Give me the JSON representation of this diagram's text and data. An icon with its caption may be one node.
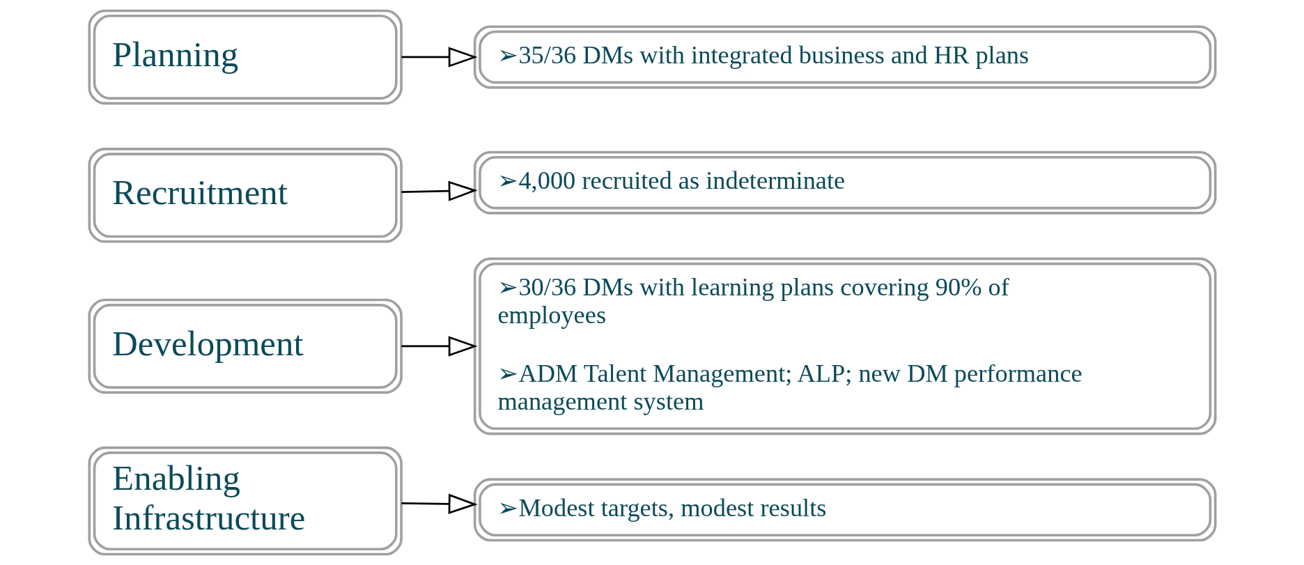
{
  "diagram": {
    "nodes": [
      {
        "text": [
          "Planning"
        ]
      },
      {
        "text": [
          "➢35/36 DMs with integrated business and HR plans"
        ]
      },
      {
        "text": [
          "Recruitment"
        ]
      },
      {
        "text": [
          "➢4,000 recruited as indeterminate"
        ]
      },
      {
        "text": [
          "Development"
        ]
      },
      {
        "text": [
          "➢30/36 DMs with learning plans covering 90% of employees",
          "➢ADM Talent Management; ALP; new DM performance management system"
        ]
      },
      {
        "text": [
          "Enabling Infrastructure"
        ]
      },
      {
        "text": [
          "➢Modest targets, modest results"
        ]
      }
    ],
    "edges": [
      {
        "from": 0,
        "to": 1,
        "arrow": "to"
      },
      {
        "from": 2,
        "to": 3,
        "arrow": "to"
      },
      {
        "from": 4,
        "to": 5,
        "arrow": "to"
      },
      {
        "from": 6,
        "to": 7,
        "arrow": "to"
      }
    ]
  }
}
